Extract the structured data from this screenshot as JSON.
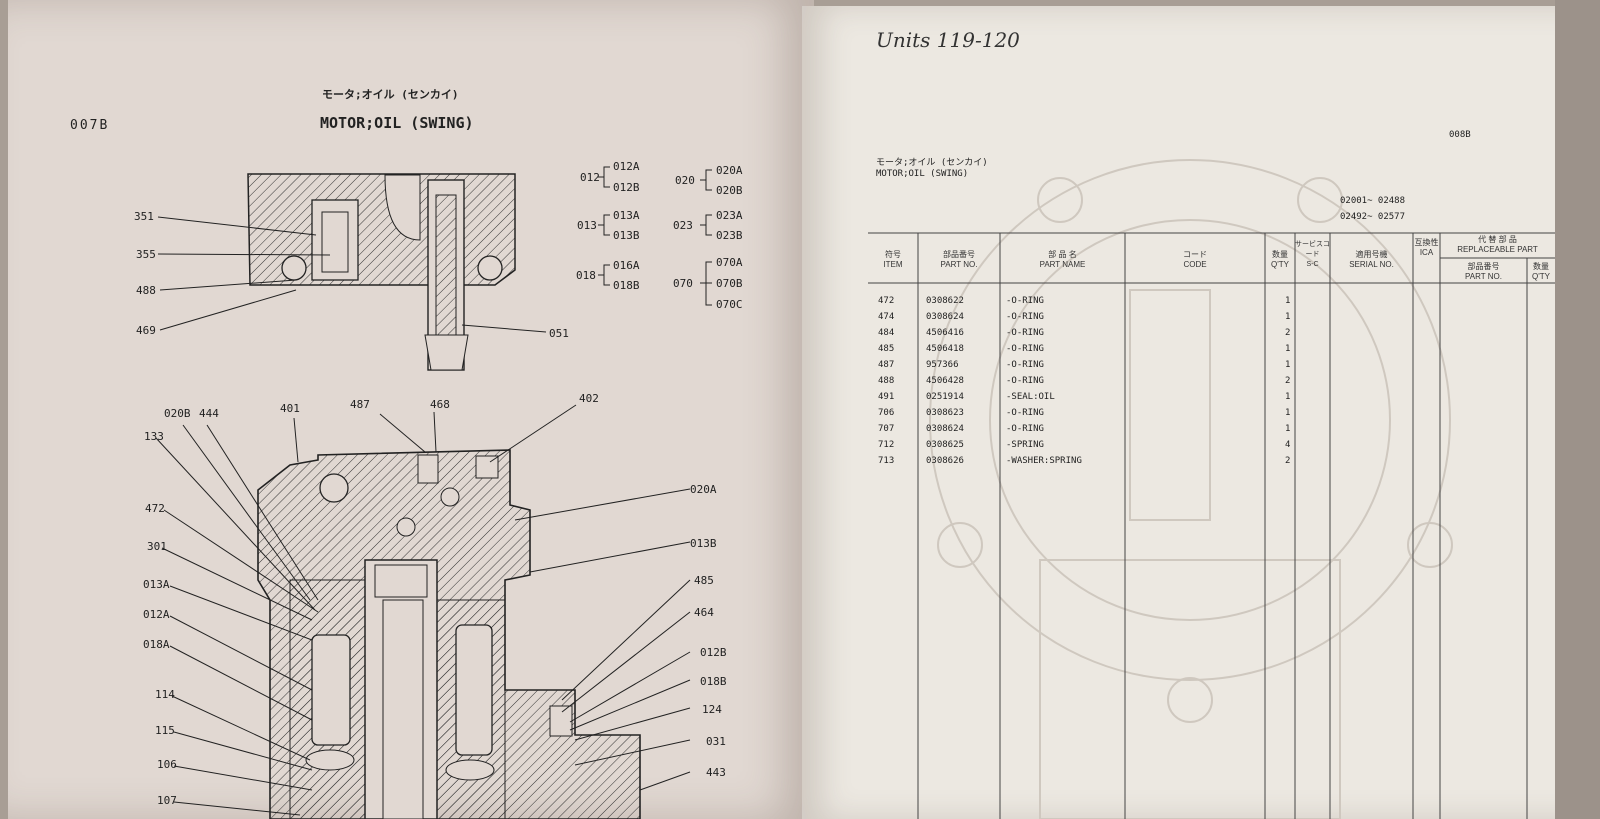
{
  "left_page": {
    "page_code": "007B",
    "title_jp": "モータ;オイル (センカイ)",
    "title_en": "MOTOR;OIL (SWING)",
    "groups": [
      {
        "parent": "012",
        "children": [
          "012A",
          "012B"
        ]
      },
      {
        "parent": "013",
        "children": [
          "013A",
          "013B"
        ]
      },
      {
        "parent": "018",
        "children": [
          "016A",
          "018B"
        ]
      },
      {
        "parent": "020",
        "children": [
          "020A",
          "020B"
        ]
      },
      {
        "parent": "023",
        "children": [
          "023A",
          "023B"
        ]
      },
      {
        "parent": "070",
        "children": [
          "070A",
          "070B",
          "070C"
        ]
      }
    ],
    "callouts": {
      "c351": "351",
      "c355": "355",
      "c488": "488",
      "c469": "469",
      "c051": "051",
      "c020b": "020B",
      "c444": "444",
      "c401": "401",
      "c487": "487",
      "c468": "468",
      "c402": "402",
      "c133": "133",
      "c472": "472",
      "c301": "301",
      "c013a": "013A",
      "c012a": "012A",
      "c018a": "018A",
      "c114": "114",
      "c115": "115",
      "c106": "106",
      "c107": "107",
      "c020a": "020A",
      "c013b": "013B",
      "c485": "485",
      "c464": "464",
      "c012b": "012B",
      "c018b": "018B",
      "c124": "124",
      "c031": "031",
      "c443": "443"
    }
  },
  "right_page": {
    "handwritten_note": "Units 119-120",
    "page_code": "008B",
    "title_jp": "モータ;オイル (センカイ)",
    "title_en": "MOTOR;OIL (SWING)",
    "serial_ranges": [
      "02001~ 02488",
      "02492~ 02577"
    ],
    "headers": {
      "item_jp": "符号",
      "item_en": "ITEM",
      "part_no_jp": "部品番号",
      "part_no_en": "PART NO.",
      "part_name_jp": "部 品 名",
      "part_name_en": "PART NAME",
      "code_jp": "コード",
      "code_en": "CODE",
      "qty_jp": "数量",
      "qty_en": "Q'TY",
      "sc_jp": "サービスコード",
      "sc_en": "S-C",
      "serial_jp": "適用号機",
      "serial_en": "SERIAL NO.",
      "ica_jp": "互換性",
      "ica_en": "ICA",
      "repl_jp": "代 替 部 品",
      "repl_en": "REPLACEABLE PART",
      "repl_part_jp": "部品番号",
      "repl_part_en": "PART NO.",
      "repl_qty_jp": "数量",
      "repl_qty_en": "Q'TY"
    },
    "rows": [
      {
        "item": "472",
        "part_no": "0308622",
        "name": "-O-RING",
        "qty": "1"
      },
      {
        "item": "474",
        "part_no": "0308624",
        "name": "-O-RING",
        "qty": "1"
      },
      {
        "item": "484",
        "part_no": "4506416",
        "name": "-O-RING",
        "qty": "2"
      },
      {
        "item": "485",
        "part_no": "4506418",
        "name": "-O-RING",
        "qty": "1"
      },
      {
        "item": "487",
        "part_no": "957366",
        "name": "-O-RING",
        "qty": "1"
      },
      {
        "item": "488",
        "part_no": "4506428",
        "name": "-O-RING",
        "qty": "2"
      },
      {
        "item": "491",
        "part_no": "0251914",
        "name": "-SEAL:OIL",
        "qty": "1"
      },
      {
        "item": "706",
        "part_no": "0308623",
        "name": "-O-RING",
        "qty": "1"
      },
      {
        "item": "707",
        "part_no": "0308624",
        "name": "-O-RING",
        "qty": "1"
      },
      {
        "item": "712",
        "part_no": "0308625",
        "name": "-SPRING",
        "qty": "4"
      },
      {
        "item": "713",
        "part_no": "0308626",
        "name": "-WASHER:SPRING",
        "qty": "2"
      }
    ]
  }
}
